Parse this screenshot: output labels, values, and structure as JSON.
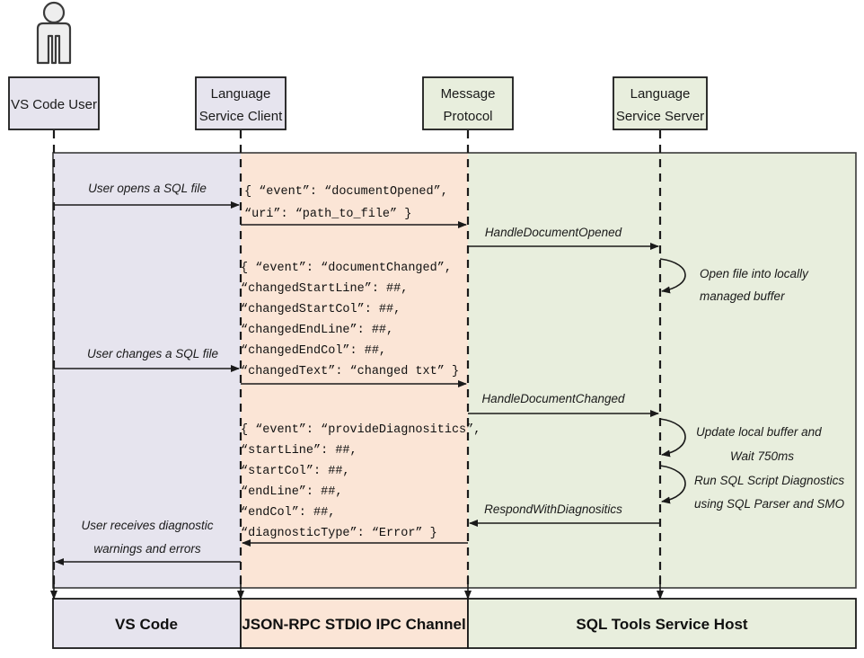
{
  "diagram": {
    "title": "SQL Tools Service Language Service Sequence Diagram",
    "colors": {
      "vscode_lane": "#e6e4ee",
      "ipc_lane": "#fbe5d6",
      "service_lane": "#e8eedd",
      "stroke": "#1a1a1a",
      "actor_fill": "#eeeeee"
    }
  },
  "actors": [
    {
      "id": "vscode-user",
      "line1": "VS Code User",
      "line2": ""
    },
    {
      "id": "language-client",
      "line1": "Language",
      "line2": "Service Client"
    },
    {
      "id": "message-protocol",
      "line1": "Message",
      "line2": "Protocol"
    },
    {
      "id": "language-server",
      "line1": "Language",
      "line2": "Service Server"
    }
  ],
  "messages": [
    {
      "id": "user-opens-sql-file",
      "label": "User opens a SQL file"
    },
    {
      "id": "handle-document-opened",
      "label": "HandleDocumentOpened"
    },
    {
      "id": "user-changes-sql-file",
      "label": "User changes a SQL file"
    },
    {
      "id": "handle-document-changed",
      "label": "HandleDocumentChanged"
    },
    {
      "id": "respond-with-diagnositics",
      "label": "RespondWithDiagnositics"
    },
    {
      "id": "user-receives-diagnostics",
      "line1": "User receives diagnostic",
      "line2": "warnings and errors"
    }
  ],
  "self_calls": [
    {
      "id": "open-file-buffer",
      "line1": "Open file into locally",
      "line2": "managed buffer"
    },
    {
      "id": "update-buffer-wait",
      "line1": "Update local buffer and",
      "line2": "Wait 750ms"
    },
    {
      "id": "run-diagnostics",
      "line1": "Run SQL Script Diagnostics",
      "line2": "using SQL Parser and SMO"
    }
  ],
  "json_payloads": [
    {
      "id": "document-opened-payload",
      "lines": [
        "{ “event”: “documentOpened”,",
        "  “uri”: “path_to_file” }"
      ]
    },
    {
      "id": "document-changed-payload",
      "lines": [
        "{ “event”: “documentChanged”,",
        "  “changedStartLine”: ##,",
        "  “changedStartCol”: ##,",
        "  “changedEndLine”: ##,",
        "  “changedEndCol”: ##,",
        "  “changedText”: “changed txt” }"
      ]
    },
    {
      "id": "provide-diagnositics-payload",
      "lines": [
        "{ “event”: “provideDiagnositics”,",
        "  “startLine”: ##,",
        "  “startCol”: ##,",
        "  “endLine”: ##,",
        "  “endCol”: ##,",
        "  “diagnosticType”: “Error” }"
      ]
    }
  ],
  "footers": [
    {
      "id": "footer-vscode",
      "label": "VS Code"
    },
    {
      "id": "footer-ipc",
      "label": "JSON-RPC STDIO IPC Channel"
    },
    {
      "id": "footer-service",
      "label": "SQL Tools Service Host"
    }
  ]
}
